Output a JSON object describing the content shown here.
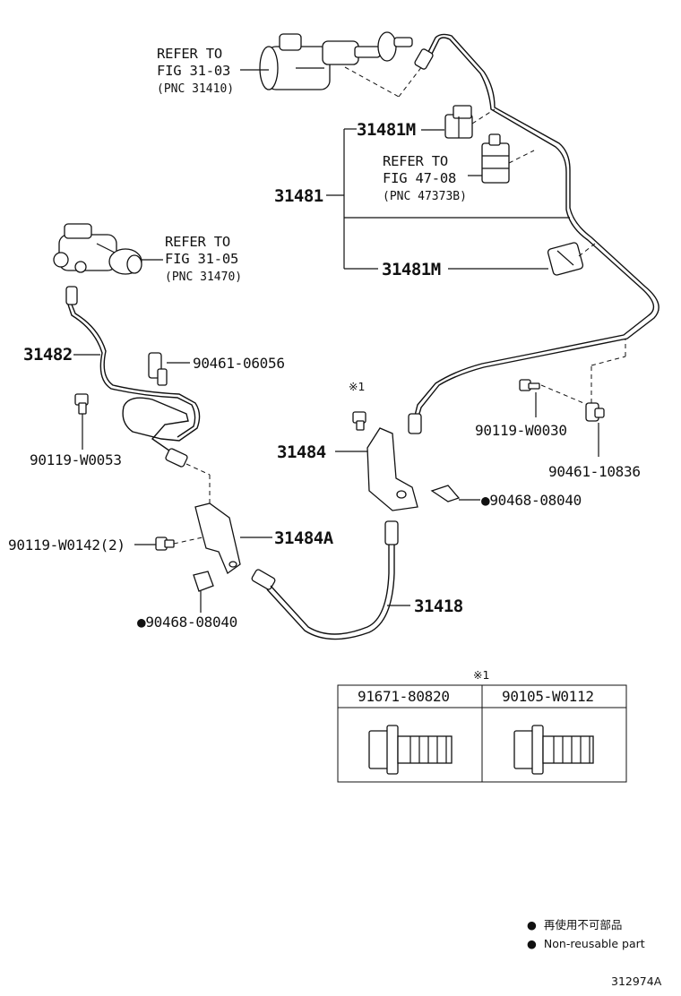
{
  "refs": {
    "master_cyl": {
      "line1": "REFER TO",
      "line2": "FIG 31-03",
      "pnc": "(PNC 31410)"
    },
    "release_cyl": {
      "line1": "REFER TO",
      "line2": "FIG 31-05",
      "pnc": "(PNC 31470)"
    },
    "clamp": {
      "line1": "REFER TO",
      "line2": "FIG 47-08",
      "pnc": "(PNC 47373B)"
    }
  },
  "parts": {
    "p31481M_top": "31481M",
    "p31481": "31481",
    "p31481M_bot": "31481M",
    "p31482": "31482",
    "p90461_06056": "90461-06056",
    "p90119_W0053": "90119-W0053",
    "p31484": "31484",
    "note_mark_1": "※1",
    "p90119_W0030": "90119-W0030",
    "p90461_10836": "90461-10836",
    "p90468_08040_right": "●90468-08040",
    "p90119_W0142": "90119-W0142(2)",
    "p31484A": "31484A",
    "p31418": "31418",
    "p90468_08040_left": "●90468-08040"
  },
  "table": {
    "mark": "※1",
    "headers": [
      "91671-80820",
      "90105-W0112"
    ]
  },
  "legend": {
    "items": [
      {
        "marker": "●",
        "text": "再使用不可部品"
      },
      {
        "marker": "●",
        "text": "Non-reusable part"
      }
    ]
  },
  "figure_code": "312974A"
}
